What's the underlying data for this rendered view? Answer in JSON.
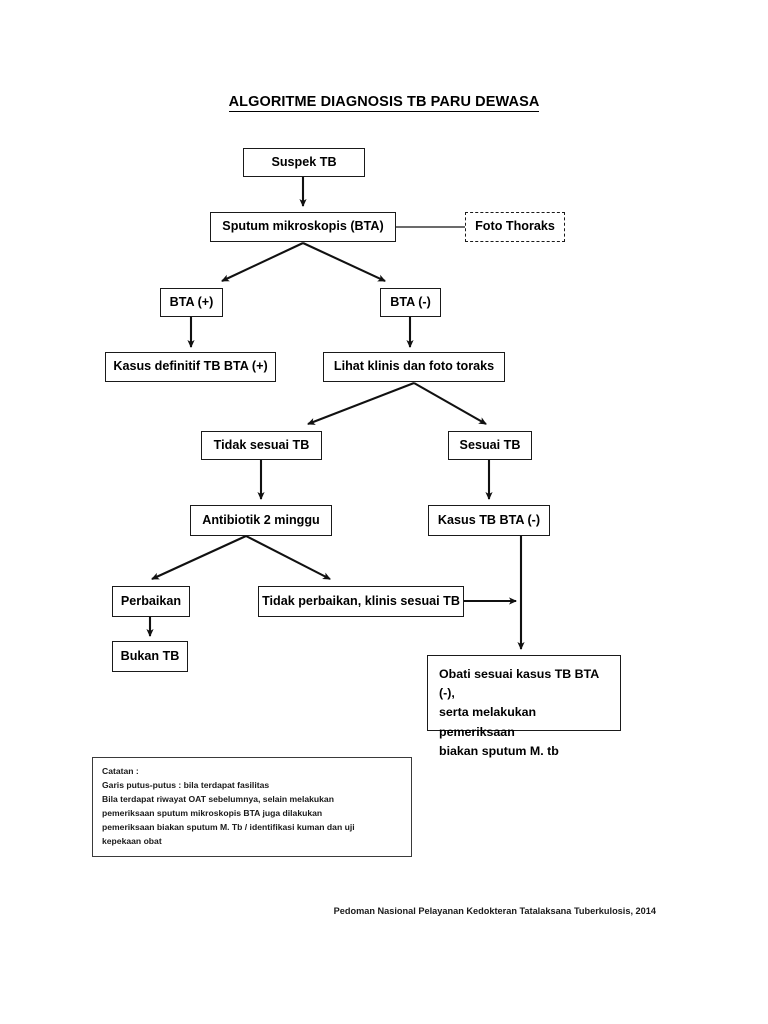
{
  "document": {
    "title": "ALGORITME DIAGNOSIS TB PARU DEWASA",
    "footer": "Pedoman Nasional Pelayanan Kedokteran Tatalaksana Tuberkulosis, 2014"
  },
  "flowchart": {
    "type": "flowchart",
    "nodes": [
      {
        "id": "suspek",
        "label": "Suspek TB",
        "style": "solid"
      },
      {
        "id": "sputum",
        "label": "Sputum mikroskopis (BTA)",
        "style": "solid"
      },
      {
        "id": "foto_thoraks",
        "label": "Foto Thoraks",
        "style": "dashed"
      },
      {
        "id": "bta_pos",
        "label": "BTA (+)",
        "style": "solid"
      },
      {
        "id": "bta_neg",
        "label": "BTA (-)",
        "style": "solid"
      },
      {
        "id": "kasus_definitif",
        "label": "Kasus definitif TB BTA (+)",
        "style": "solid"
      },
      {
        "id": "lihat_klinis",
        "label": "Lihat klinis dan foto toraks",
        "style": "solid"
      },
      {
        "id": "tidak_sesuai",
        "label": "Tidak sesuai TB",
        "style": "solid"
      },
      {
        "id": "sesuai",
        "label": "Sesuai TB",
        "style": "solid"
      },
      {
        "id": "antibiotik",
        "label": "Antibiotik 2 minggu",
        "style": "solid"
      },
      {
        "id": "kasus_bta_neg",
        "label": "Kasus TB BTA (-)",
        "style": "solid"
      },
      {
        "id": "perbaikan",
        "label": "Perbaikan",
        "style": "solid"
      },
      {
        "id": "tidak_perbaikan",
        "label": "Tidak perbaikan, klinis sesuai  TB",
        "style": "solid"
      },
      {
        "id": "bukan_tb",
        "label": "Bukan TB",
        "style": "solid"
      },
      {
        "id": "obati",
        "label_line1": "Obati sesuai kasus  TB BTA (-),",
        "label_line2": "serta melakukan pemeriksaan",
        "label_line3": "biakan sputum M. tb",
        "style": "solid"
      }
    ],
    "edges": [
      {
        "from": "suspek",
        "to": "sputum",
        "style": "arrow"
      },
      {
        "from": "sputum",
        "to": "foto_thoraks",
        "style": "plain-line"
      },
      {
        "from": "sputum",
        "to": "bta_pos",
        "style": "arrow"
      },
      {
        "from": "sputum",
        "to": "bta_neg",
        "style": "arrow"
      },
      {
        "from": "bta_pos",
        "to": "kasus_definitif",
        "style": "arrow"
      },
      {
        "from": "bta_neg",
        "to": "lihat_klinis",
        "style": "arrow"
      },
      {
        "from": "lihat_klinis",
        "to": "tidak_sesuai",
        "style": "arrow"
      },
      {
        "from": "lihat_klinis",
        "to": "sesuai",
        "style": "arrow"
      },
      {
        "from": "tidak_sesuai",
        "to": "antibiotik",
        "style": "arrow"
      },
      {
        "from": "sesuai",
        "to": "kasus_bta_neg",
        "style": "arrow"
      },
      {
        "from": "antibiotik",
        "to": "perbaikan",
        "style": "arrow"
      },
      {
        "from": "antibiotik",
        "to": "tidak_perbaikan",
        "style": "arrow"
      },
      {
        "from": "perbaikan",
        "to": "bukan_tb",
        "style": "arrow"
      },
      {
        "from": "tidak_perbaikan",
        "to": "obati",
        "style": "arrow"
      },
      {
        "from": "kasus_bta_neg",
        "to": "obati",
        "style": "arrow"
      }
    ]
  },
  "notes": {
    "line1": "Catatan :",
    "line2": "Garis putus-putus : bila terdapat fasilitas",
    "line3": "Bila terdapat riwayat OAT sebelumnya, selain melakukan",
    "line4": "pemeriksaan sputum mikroskopis BTA juga dilakukan",
    "line5": "pemeriksaan biakan sputum M. Tb / identifikasi kuman dan uji",
    "line6": "kepekaan obat"
  }
}
